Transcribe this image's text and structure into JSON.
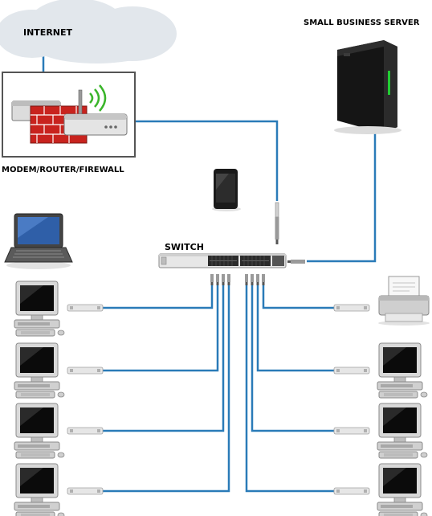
{
  "labels": {
    "internet": "INTERNET",
    "server": "SMALL BUSINESS SERVER",
    "router": "MODEM/ROUTER/FIREWALL",
    "switch": "SWITCH"
  },
  "colors": {
    "cable": "#2a7bb8",
    "cloud": "#e2e7ec",
    "firewall": "#c8231e",
    "server": "#151515",
    "server_led": "#22cc33",
    "wifi": "#3ab52a",
    "screen": "#0b0b0b",
    "laptop_screen": "#2f5fa8"
  },
  "icons": {
    "cloud": "cloud-icon",
    "router": "router-firewall-icon",
    "server": "server-tower-icon",
    "tablet": "tablet-icon",
    "laptop": "laptop-icon",
    "switch": "network-switch-icon",
    "printer": "printer-icon",
    "desktop": "desktop-computer-icon"
  }
}
